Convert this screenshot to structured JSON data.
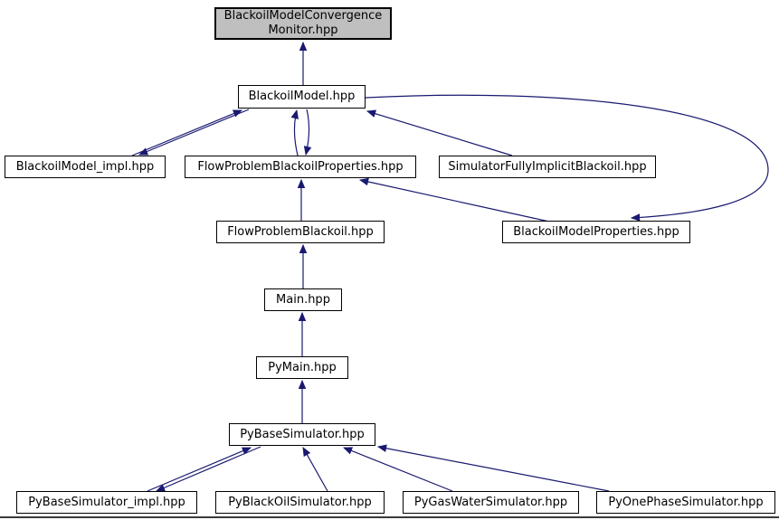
{
  "diagram": {
    "kind": "doxygen-included-by-graph",
    "accent_color": "#191970",
    "highlight_fill": "#bfbfbf",
    "nodes": {
      "monitor": {
        "label": "BlackoilModelConvergence\nMonitor.hpp",
        "highlighted": true
      },
      "blackoil_model": {
        "label": "BlackoilModel.hpp"
      },
      "blackoil_model_impl": {
        "label": "BlackoilModel_impl.hpp"
      },
      "flow_problem_blackoil_properties": {
        "label": "FlowProblemBlackoilProperties.hpp"
      },
      "simulator_fully_implicit_blackoil": {
        "label": "SimulatorFullyImplicitBlackoil.hpp"
      },
      "flow_problem_blackoil": {
        "label": "FlowProblemBlackoil.hpp"
      },
      "blackoil_model_properties": {
        "label": "BlackoilModelProperties.hpp"
      },
      "main": {
        "label": "Main.hpp"
      },
      "pymain": {
        "label": "PyMain.hpp"
      },
      "pybase_simulator": {
        "label": "PyBaseSimulator.hpp"
      },
      "pybase_simulator_impl": {
        "label": "PyBaseSimulator_impl.hpp"
      },
      "pyblackoil_simulator": {
        "label": "PyBlackOilSimulator.hpp"
      },
      "pygaswater_simulator": {
        "label": "PyGasWaterSimulator.hpp"
      },
      "pyonephase_simulator": {
        "label": "PyOnePhaseSimulator.hpp"
      }
    },
    "edges": [
      {
        "from": "blackoil_model",
        "to": "monitor"
      },
      {
        "from": "blackoil_model_impl",
        "to": "blackoil_model"
      },
      {
        "from": "blackoil_model",
        "to": "blackoil_model_impl"
      },
      {
        "from": "flow_problem_blackoil_properties",
        "to": "blackoil_model"
      },
      {
        "from": "blackoil_model",
        "to": "flow_problem_blackoil_properties"
      },
      {
        "from": "simulator_fully_implicit_blackoil",
        "to": "blackoil_model"
      },
      {
        "from": "blackoil_model",
        "to": "blackoil_model_properties"
      },
      {
        "from": "blackoil_model_properties",
        "to": "flow_problem_blackoil_properties"
      },
      {
        "from": "flow_problem_blackoil",
        "to": "flow_problem_blackoil_properties"
      },
      {
        "from": "main",
        "to": "flow_problem_blackoil"
      },
      {
        "from": "pymain",
        "to": "main"
      },
      {
        "from": "pybase_simulator",
        "to": "pymain"
      },
      {
        "from": "pybase_simulator_impl",
        "to": "pybase_simulator"
      },
      {
        "from": "pybase_simulator",
        "to": "pybase_simulator_impl"
      },
      {
        "from": "pyblackoil_simulator",
        "to": "pybase_simulator"
      },
      {
        "from": "pygaswater_simulator",
        "to": "pybase_simulator"
      },
      {
        "from": "pyonephase_simulator",
        "to": "pybase_simulator"
      }
    ]
  }
}
